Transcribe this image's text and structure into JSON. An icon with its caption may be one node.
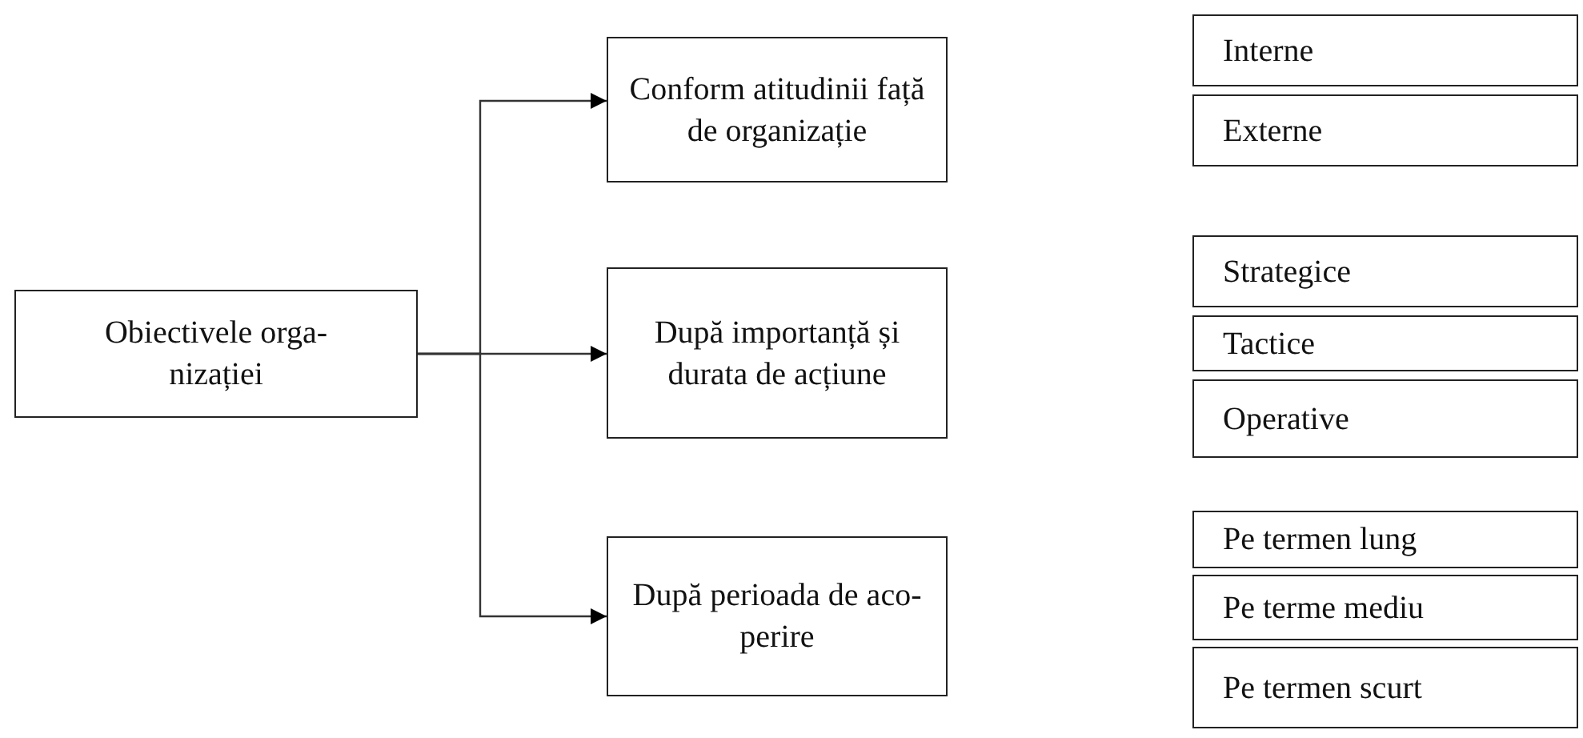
{
  "diagram": {
    "nodes": [
      {
        "text": [
          "Obiectivele orga- nizației"
        ]
      },
      {
        "text": [
          "Conform atitudinii față de organizație"
        ]
      },
      {
        "text": [
          "După importanță și durata de acțiune"
        ]
      },
      {
        "text": [
          "După perioada de aco- perire"
        ]
      },
      {
        "text": [
          "Interne"
        ]
      },
      {
        "text": [
          "Externe"
        ]
      },
      {
        "text": [
          "Strategice"
        ]
      },
      {
        "text": [
          "Tactice"
        ]
      },
      {
        "text": [
          "Operative"
        ]
      },
      {
        "text": [
          "Pe termen lung"
        ]
      },
      {
        "text": [
          "Pe terme mediu"
        ]
      },
      {
        "text": [
          "Pe termen scurt"
        ]
      }
    ],
    "edges": [
      {
        "from": 0,
        "to": 1,
        "arrow": "to"
      },
      {
        "from": 0,
        "to": 2,
        "arrow": "to"
      },
      {
        "from": 0,
        "to": 3,
        "arrow": "to"
      }
    ]
  }
}
